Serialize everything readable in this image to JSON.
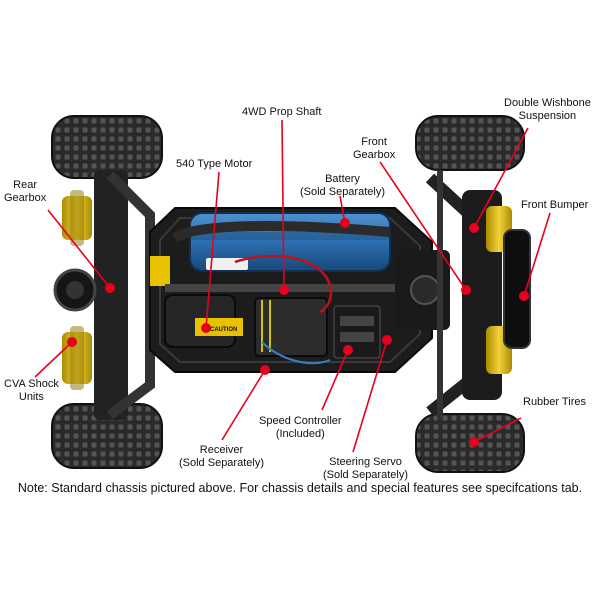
{
  "diagram": {
    "labels": {
      "prop_shaft": "4WD Prop Shaft",
      "double_wishbone": [
        "Double Wishbone",
        "Suspension"
      ],
      "motor": "540 Type Motor",
      "front_gearbox": [
        "Front",
        "Gearbox"
      ],
      "rear_gearbox": [
        "Rear",
        "Gearbox"
      ],
      "battery": [
        "Battery",
        "(Sold Separately)"
      ],
      "front_bumper": "Front Bumper",
      "cva_shock": [
        "CVA Shock",
        "Units"
      ],
      "rubber_tires": "Rubber Tires",
      "speed_controller": [
        "Speed Controller",
        "(Included)"
      ],
      "receiver": [
        "Receiver",
        "(Sold Separately)"
      ],
      "steering_servo": [
        "Steering Servo",
        "(Sold Separately)"
      ]
    },
    "stickers": {
      "caution": "CAUTION"
    },
    "colors": {
      "callout_line": "#e8001c",
      "callout_dot": "#e8001c",
      "chassis": "#1c1c1c",
      "battery": "#2c6fb0",
      "tire": "#2a2a2a",
      "shock_yellow": "#e8c200"
    },
    "note": "Note: Standard chassis pictured above. For chassis details and special features see specifcations tab."
  }
}
